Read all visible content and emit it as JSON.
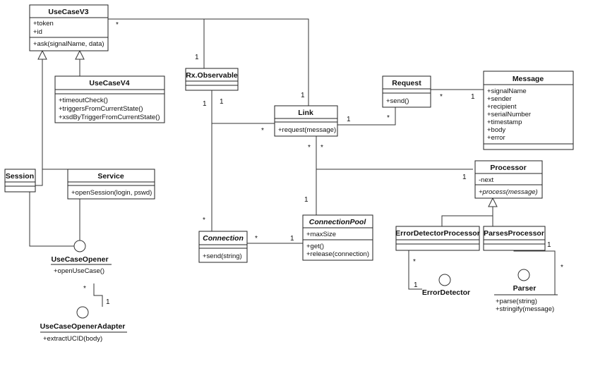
{
  "classes": {
    "usecasev3": {
      "name": "UseCaseV3",
      "attributes": [
        "+token",
        "+id"
      ],
      "operations": [
        "+ask(signalName, data)"
      ]
    },
    "usecasev4": {
      "name": "UseCaseV4",
      "operations": [
        "+timeoutCheck()",
        "+triggersFromCurrentState()",
        "+xsdByTriggerFromCurrentState()"
      ]
    },
    "rx_observable": {
      "name": "Rx.Observable"
    },
    "link": {
      "name": "Link",
      "operations": [
        "+request(message)"
      ]
    },
    "request": {
      "name": "Request",
      "operations": [
        "+send()"
      ]
    },
    "message": {
      "name": "Message",
      "attributes": [
        "+signalName",
        "+sender",
        "+recipient",
        "+serialNumber",
        "+timestamp",
        "+body",
        "+error"
      ]
    },
    "session": {
      "name": "Session"
    },
    "service": {
      "name": "Service",
      "operations": [
        "+openSession(login, pswd)"
      ]
    },
    "processor": {
      "name": "Processor",
      "attributes": [
        "-next"
      ],
      "operations": [
        "+process(message)"
      ]
    },
    "connection": {
      "name": "Connection",
      "operations": [
        "+send(string)"
      ]
    },
    "connection_pool": {
      "name": "ConnectionPool",
      "attributes": [
        "+maxSize"
      ],
      "operations": [
        "+get()",
        "+release(connection)"
      ]
    },
    "error_detector_processor": {
      "name": "ErrorDetectorProcessor"
    },
    "parses_processor": {
      "name": "ParsesProcessor"
    }
  },
  "interfaces": {
    "usecase_opener": {
      "name": "UseCaseOpener",
      "operations": [
        "+openUseCase()"
      ]
    },
    "usecase_opener_adapter": {
      "name": "UseCaseOpenerAdapter",
      "operations": [
        "+extractUCID(body)"
      ]
    },
    "error_detector": {
      "name": "ErrorDetector"
    },
    "parser": {
      "name": "Parser",
      "operations": [
        "+parse(string)",
        "+stringify(message)"
      ]
    }
  },
  "multiplicities": {
    "v3_star": "*",
    "rx_top": "1",
    "link_top": "1",
    "rx_left": "1",
    "rx_right": "1",
    "link_rx_star": "*",
    "link_req": "1",
    "req_link_star": "*",
    "req_msg_star": "*",
    "msg_req": "1",
    "link_star_left": "*",
    "link_star_right": "*",
    "proc_link": "1",
    "pool_link": "1",
    "conn_rx_star": "*",
    "conn_pool_star": "*",
    "pool_conn": "1",
    "edp_star": "*",
    "ed_one": "1",
    "pp_one": "1",
    "parser_star": "*",
    "opener_star": "*",
    "adapter_one": "1"
  }
}
